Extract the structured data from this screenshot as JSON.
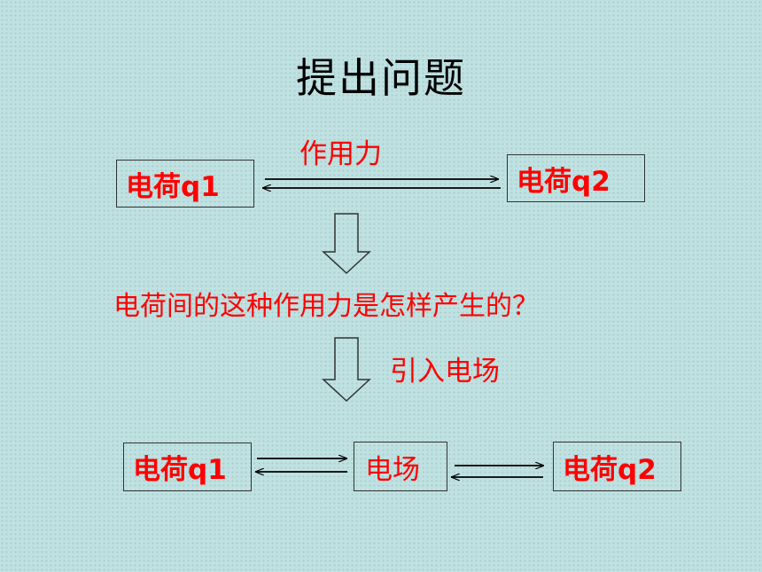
{
  "title": "提出问题",
  "top_row": {
    "charge1": "电荷q1",
    "charge2": "电荷q2",
    "force_label": "作用力"
  },
  "question": "电荷间的这种作用力是怎样产生的？",
  "intro_label": "引入电场",
  "bottom_row": {
    "charge1": "电荷q1",
    "field": "电场",
    "charge2": "电荷q2"
  },
  "colors": {
    "background": "#bfe1e1",
    "accent_text": "#ff0000",
    "title_text": "#000000"
  }
}
